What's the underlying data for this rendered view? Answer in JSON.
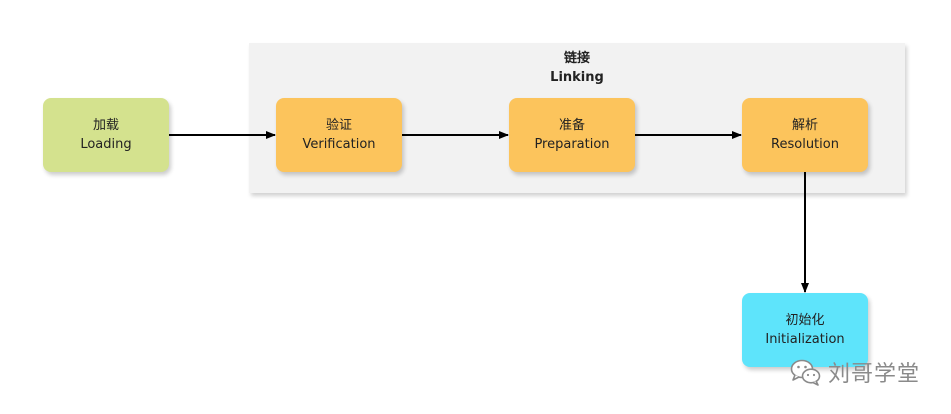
{
  "group": {
    "title_cn": "链接",
    "title_en": "Linking"
  },
  "nodes": {
    "loading": {
      "cn": "加载",
      "en": "Loading",
      "color": "#d4e28e"
    },
    "verification": {
      "cn": "验证",
      "en": "Verification",
      "color": "#fcc45c"
    },
    "preparation": {
      "cn": "准备",
      "en": "Preparation",
      "color": "#fcc45c"
    },
    "resolution": {
      "cn": "解析",
      "en": "Resolution",
      "color": "#fcc45c"
    },
    "initialization": {
      "cn": "初始化",
      "en": "Initialization",
      "color": "#5ee4fb"
    }
  },
  "edges": [
    {
      "from": "loading",
      "to": "verification"
    },
    {
      "from": "verification",
      "to": "preparation"
    },
    {
      "from": "preparation",
      "to": "resolution"
    },
    {
      "from": "resolution",
      "to": "initialization"
    }
  ],
  "watermark": {
    "text": "刘哥学堂",
    "icon": "wechat-icon"
  }
}
